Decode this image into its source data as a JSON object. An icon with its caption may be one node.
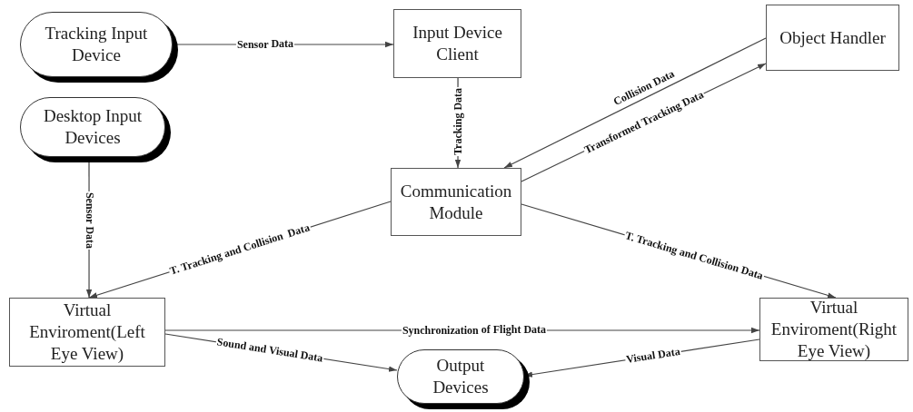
{
  "diagram": {
    "nodes": [
      {
        "text": [
          "Tracking Input Device"
        ]
      },
      {
        "text": [
          "Input Device Client"
        ]
      },
      {
        "text": [
          "Object Handler"
        ]
      },
      {
        "text": [
          "Desktop Input Devices"
        ]
      },
      {
        "text": [
          "Communication Module"
        ]
      },
      {
        "text": [
          "Virtual Enviroment(Left Eye View)"
        ]
      },
      {
        "text": [
          "Virtual Enviroment(Right Eye View)"
        ]
      },
      {
        "text": [
          "Output Devices"
        ]
      }
    ],
    "edges": [
      {
        "from": 0,
        "to": 1,
        "arrow": "to",
        "label": "Sensor Data"
      },
      {
        "from": 1,
        "to": 4,
        "arrow": "to",
        "label": "Tracking Data"
      },
      {
        "from": 2,
        "to": 4,
        "arrow": "to",
        "label": "Collision Data"
      },
      {
        "from": 4,
        "to": 2,
        "arrow": "to",
        "label": "Transformed Tracking Data"
      },
      {
        "from": 3,
        "to": 5,
        "arrow": "to",
        "label": "Sensor Data"
      },
      {
        "from": 4,
        "to": 5,
        "arrow": "to",
        "label": "T. Tracking and Collision  Data"
      },
      {
        "from": 4,
        "to": 6,
        "arrow": "to",
        "label": "T. Tracking and Collision Data"
      },
      {
        "from": 5,
        "to": 6,
        "arrow": "to",
        "label": "Synchronization of Flight Data"
      },
      {
        "from": 5,
        "to": 7,
        "arrow": "to",
        "label": "Sound and Visual Data"
      },
      {
        "from": 6,
        "to": 7,
        "arrow": "to",
        "label": "Visual Data"
      }
    ]
  }
}
